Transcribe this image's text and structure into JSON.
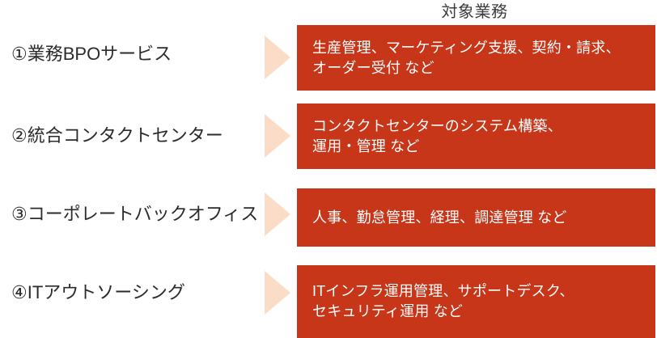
{
  "header": {
    "column_title": "対象業務"
  },
  "colors": {
    "box_background": "#C8361A",
    "box_text": "#FFFFFF",
    "arrow": "#FADCC7",
    "label_text": "#2B2B2B",
    "header_text": "#3C3C3C",
    "page_background": "#FFFFFF"
  },
  "rows": [
    {
      "label": "①業務BPOサービス",
      "arrow_icon": "arrow-right-icon",
      "description": "生産管理、マーケティング支援、契約・請求、\nオーダー受付 など"
    },
    {
      "label": "②統合コンタクトセンター",
      "arrow_icon": "arrow-right-icon",
      "description": "コンタクトセンターのシステム構築、\n運用・管理 など"
    },
    {
      "label": "③コーポレートバックオフィス",
      "arrow_icon": "arrow-right-icon",
      "description": "人事、勤怠管理、経理、調達管理 など"
    },
    {
      "label": "④ITアウトソーシング",
      "arrow_icon": "arrow-right-icon",
      "description": "ITインフラ運用管理、サポートデスク、\nセキュリティ運用 など"
    }
  ]
}
